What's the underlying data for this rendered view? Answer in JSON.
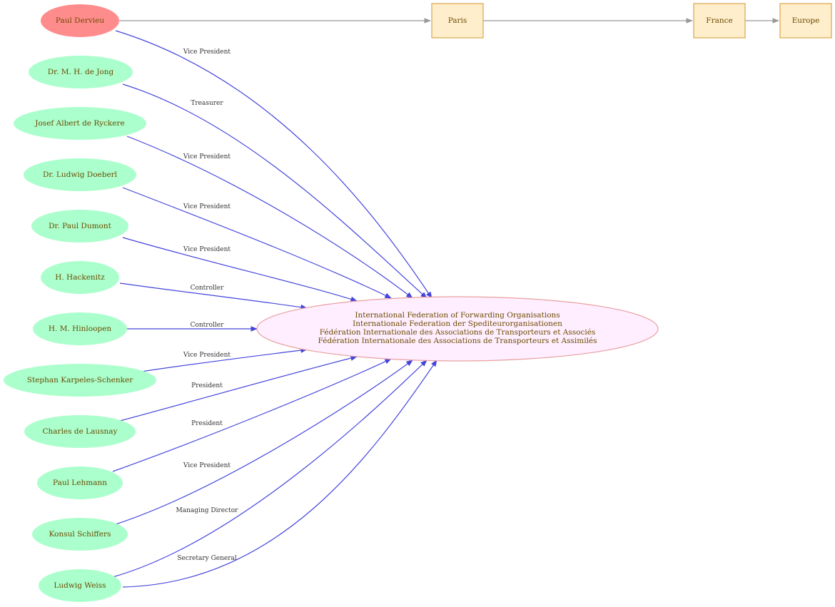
{
  "colors": {
    "highlight_person": "#ff8c8c",
    "person": "#aaffcc",
    "organization_fill": "#ffeeff",
    "organization_stroke": "#e8a0a0",
    "place_fill": "#ffeecc",
    "place_stroke": "#d9a64a",
    "role_edge": "#4444dd",
    "location_edge": "#999999",
    "text": "#6b4a00"
  },
  "organization": {
    "lines": [
      "International Federation of Forwarding Organisations",
      "Internationale Federation der Spediteurorganisationen",
      "Fédération Internationale des Associations de Transporteurs et Associés",
      "Fédération Internationale des Associations de Transporteurs et Assimilés"
    ]
  },
  "places": [
    {
      "name": "Paris"
    },
    {
      "name": "France"
    },
    {
      "name": "Europe"
    }
  ],
  "people": [
    {
      "name": "Paul Dervieu",
      "role": "Vice President",
      "highlight": true
    },
    {
      "name": "Dr. M. H.  de Jong",
      "role": "Treasurer",
      "highlight": false
    },
    {
      "name": "Josef Albert  de Ryckere",
      "role": "Vice President",
      "highlight": false
    },
    {
      "name": "Dr. Ludwig Doeberl",
      "role": "Vice President",
      "highlight": false
    },
    {
      "name": "Dr. Paul Dumont",
      "role": "Vice President",
      "highlight": false
    },
    {
      "name": "H. Hackenitz",
      "role": "Controller",
      "highlight": false
    },
    {
      "name": "H. M. Hinloopen",
      "role": "Controller",
      "highlight": false
    },
    {
      "name": "Stephan Karpeles-Schenker",
      "role": "Vice President",
      "highlight": false
    },
    {
      "name": "Charles de Lausnay",
      "role": "President",
      "highlight": false
    },
    {
      "name": "Paul Lehmann",
      "role": "President",
      "highlight": false
    },
    {
      "name": "Konsul Schiffers",
      "role": "Vice President",
      "highlight": false
    },
    {
      "name": "Ludwig Weiss",
      "role": "Managing Director",
      "highlight": false
    },
    {
      "name": "Ludwig Weiss",
      "role": "Secretary General",
      "highlight": false
    }
  ]
}
